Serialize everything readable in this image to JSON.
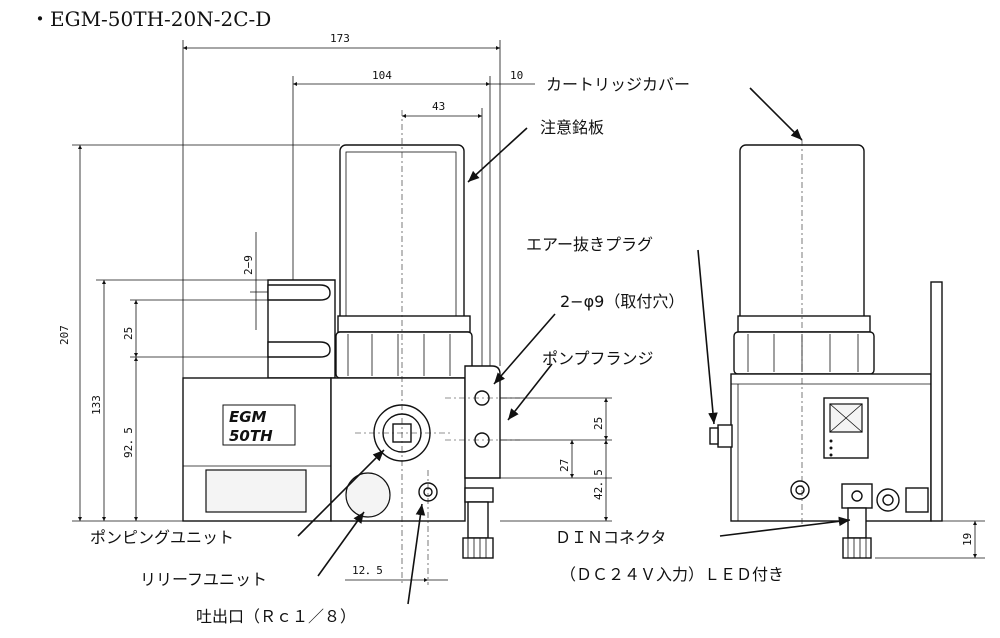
{
  "title": "・EGM-50TH-20N-2C-D",
  "dimensions": {
    "d173": "173",
    "d104": "104",
    "d10": "10",
    "d43": "43",
    "d207": "207",
    "d133": "133",
    "d92_5": "92．5",
    "d2_9": "2−9",
    "d25_left": "25",
    "d25_right": "25",
    "d27": "27",
    "d42_5": "42．5",
    "d12_5": "12．5",
    "d19": "19"
  },
  "labels": {
    "cartridge_cover": "カートリッジカバー",
    "caution_plate": "注意銘板",
    "air_vent_plug": "エアー抜きプラグ",
    "mount_holes": "2−φ9（取付穴）",
    "pump_flange": "ポンプフランジ",
    "pumping_unit": "ポンピングユニット",
    "relief_unit": "リリーフユニット",
    "discharge_port": "吐出口（Ｒｃ１／８）",
    "din_connector_line1": "ＤＩＮコネクタ",
    "din_connector_line2": "（ＤＣ２４Ｖ入力）ＬＥＤ付き"
  },
  "logo": {
    "line1": "EGM",
    "line2": "50TH"
  }
}
